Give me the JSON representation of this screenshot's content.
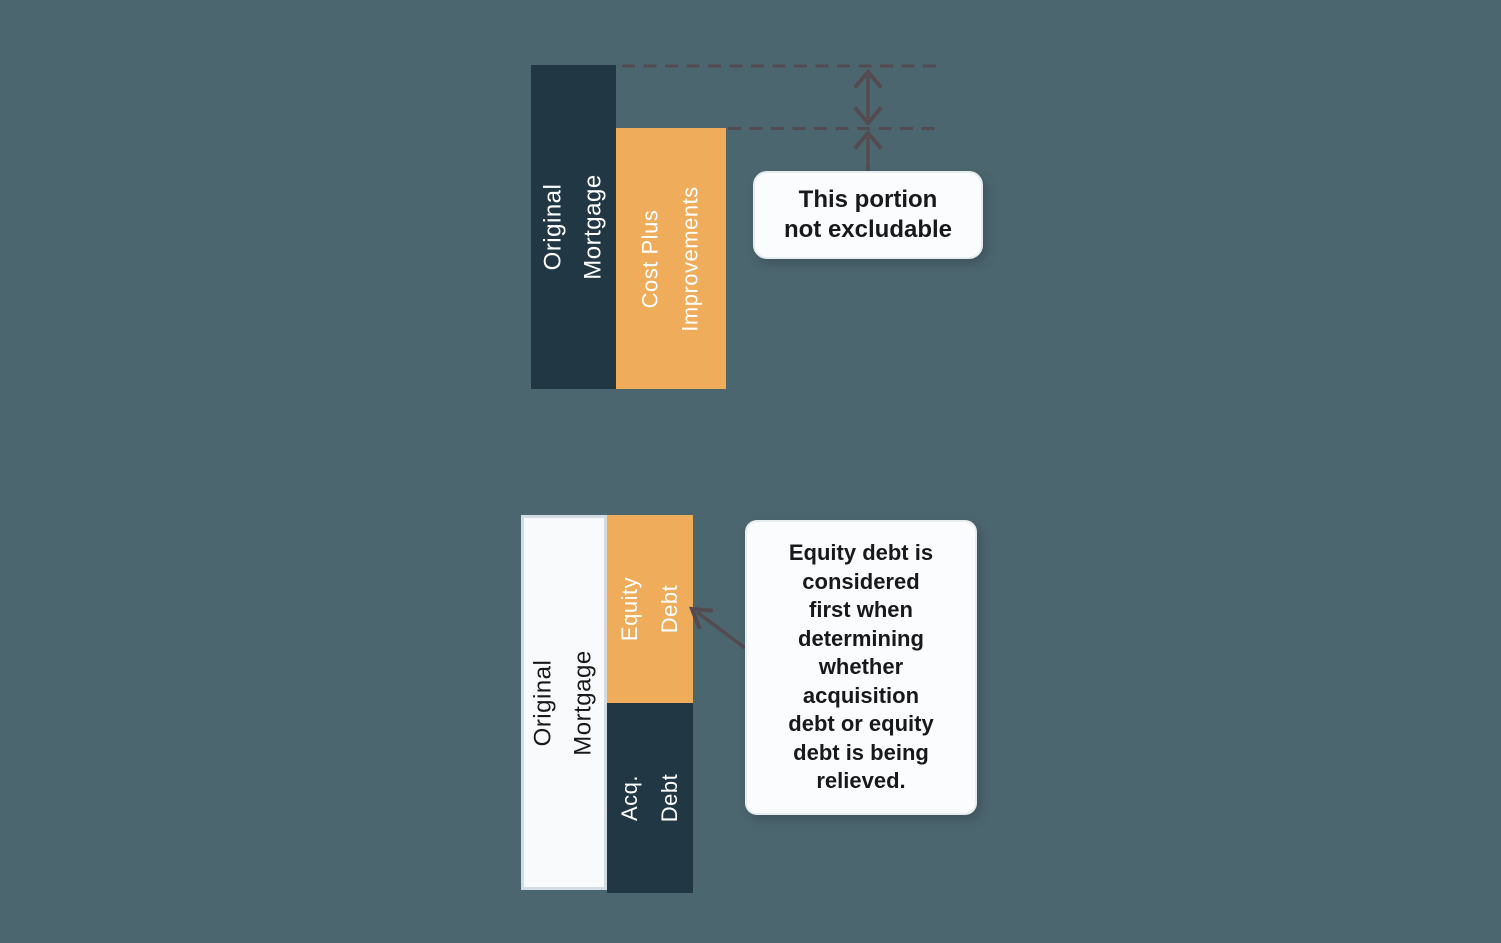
{
  "colors": {
    "background": "#4c666f",
    "navy": "#213844",
    "orange": "#efac5b",
    "barwhite": "#f9fafb",
    "barborder": "#d2dce2",
    "dash": "#544b50",
    "calloutbg": "#fbfcfd",
    "calloutborder": "#e7ecef",
    "textdark": "#17191b",
    "textlight": "#ffffff"
  },
  "top_diagram": {
    "original_bar_label": "Original Mortgage",
    "cost_bar_label": "Cost Plus\nImprovements",
    "callout_text": "This portion\nnot excludable"
  },
  "bottom_diagram": {
    "original_bar_label": "Original Mortgage",
    "equity_bar_label": "Equity Debt",
    "acq_bar_label": "Acq. Debt",
    "callout_text": "Equity debt is\nconsidered\nfirst when\ndetermining\nwhether\nacquisition\ndebt or equity\ndebt is being\nrelieved."
  }
}
